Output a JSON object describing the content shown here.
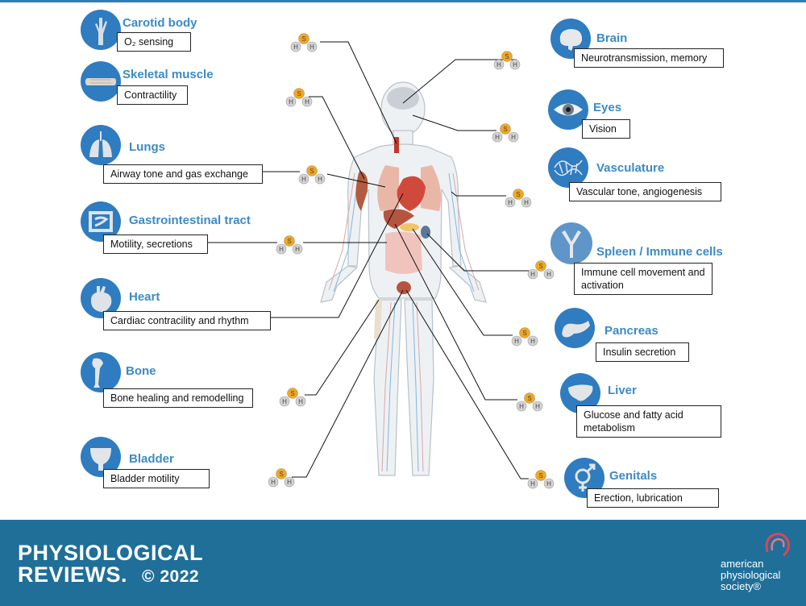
{
  "organs": [
    {
      "key": "carotid",
      "title": "Carotid body",
      "function": "O₂ sensing",
      "icon": "carotid-body-icon"
    },
    {
      "key": "skeletal",
      "title": "Skeletal muscle",
      "function": "Contractility",
      "icon": "skeletal-muscle-icon"
    },
    {
      "key": "lungs",
      "title": "Lungs",
      "function": "Airway tone and gas exchange",
      "icon": "lungs-icon"
    },
    {
      "key": "gi",
      "title": "Gastrointestinal tract",
      "function": "Motility, secretions",
      "icon": "intestine-icon"
    },
    {
      "key": "heart",
      "title": "Heart",
      "function": "Cardiac contracility and rhythm",
      "icon": "heart-icon"
    },
    {
      "key": "bone",
      "title": "Bone",
      "function": "Bone healing and remodelling",
      "icon": "bone-icon"
    },
    {
      "key": "bladder",
      "title": "Bladder",
      "function": "Bladder motility",
      "icon": "bladder-icon"
    },
    {
      "key": "brain",
      "title": "Brain",
      "function": "Neurotransmission, memory",
      "icon": "brain-icon"
    },
    {
      "key": "eyes",
      "title": "Eyes",
      "function": "Vision",
      "icon": "eye-icon"
    },
    {
      "key": "vasculature",
      "title": "Vasculature",
      "function": "Vascular tone, angiogenesis",
      "icon": "vasculature-icon"
    },
    {
      "key": "spleen",
      "title": "Spleen / Immune cells",
      "function": "Immune cell movement and activation",
      "icon": "antibody-icon"
    },
    {
      "key": "pancreas",
      "title": "Pancreas",
      "function": "Insulin secretion",
      "icon": "pancreas-icon"
    },
    {
      "key": "liver",
      "title": "Liver",
      "function": "Glucose and fatty acid metabolism",
      "icon": "liver-icon"
    },
    {
      "key": "genitals",
      "title": "Genitals",
      "function": "Erection, lubrication",
      "icon": "gender-symbol-icon"
    }
  ],
  "molecule": {
    "s": "S",
    "h": "H"
  },
  "footer": {
    "journal_line1": "PHYSIOLOGICAL",
    "journal_line2": "REVIEWS.",
    "copyright": "© 2022",
    "society_line1": "american",
    "society_line2": "physiological",
    "society_line3": "society®"
  },
  "colors": {
    "accent": "#3b8bc5",
    "icon_bg": "#2f7cc0",
    "footer_bg": "#1f6f99",
    "sulfur": "#f2a81d",
    "hydrogen": "#d4d4d4"
  }
}
